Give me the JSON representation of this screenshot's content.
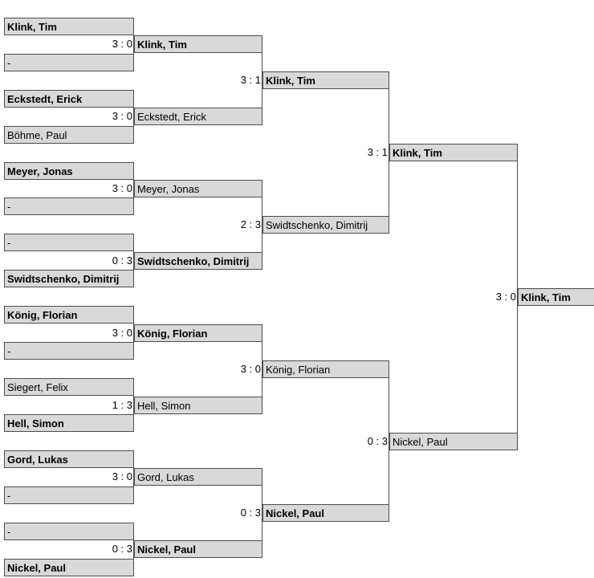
{
  "colors": {
    "box_fill": "#d9d9d9",
    "box_border": "#4d4d4d",
    "connector_line": "#4d4d4d",
    "text": "#000000",
    "background": "#ffffff"
  },
  "score_separator": " : ",
  "bracket": {
    "round1": [
      {
        "name": "Klink, Tim",
        "winner": true
      },
      {
        "name": "-",
        "winner": false
      },
      {
        "name": "Eckstedt, Erick",
        "winner": true
      },
      {
        "name": "Böhme, Paul",
        "winner": false
      },
      {
        "name": "Meyer, Jonas",
        "winner": true
      },
      {
        "name": "-",
        "winner": false
      },
      {
        "name": "-",
        "winner": false
      },
      {
        "name": "Swidtschenko, Dimitrij",
        "winner": true
      },
      {
        "name": "König, Florian",
        "winner": true
      },
      {
        "name": "-",
        "winner": false
      },
      {
        "name": "Siegert, Felix",
        "winner": false
      },
      {
        "name": "Hell, Simon",
        "winner": true
      },
      {
        "name": "Gord, Lukas",
        "winner": true
      },
      {
        "name": "-",
        "winner": false
      },
      {
        "name": "-",
        "winner": false
      },
      {
        "name": "Nickel, Paul",
        "winner": true
      }
    ],
    "round2": [
      {
        "name": "Klink, Tim",
        "winner": true,
        "score": "3 : 0"
      },
      {
        "name": "Eckstedt, Erick",
        "winner": false,
        "score": "3 : 0"
      },
      {
        "name": "Meyer, Jonas",
        "winner": false,
        "score": "3 : 0"
      },
      {
        "name": "Swidtschenko, Dimitrij",
        "winner": true,
        "score": "0 : 3"
      },
      {
        "name": "König, Florian",
        "winner": true,
        "score": "3 : 0"
      },
      {
        "name": "Hell, Simon",
        "winner": false,
        "score": "1 : 3"
      },
      {
        "name": "Gord, Lukas",
        "winner": false,
        "score": "3 : 0"
      },
      {
        "name": "Nickel, Paul",
        "winner": true,
        "score": "0 : 3"
      }
    ],
    "round3": [
      {
        "name": "Klink, Tim",
        "winner": true,
        "score": "3 : 1"
      },
      {
        "name": "Swidtschenko, Dimitrij",
        "winner": false,
        "score": "2 : 3"
      },
      {
        "name": "König, Florian",
        "winner": false,
        "score": "3 : 0"
      },
      {
        "name": "Nickel, Paul",
        "winner": true,
        "score": "0 : 3"
      }
    ],
    "round4": [
      {
        "name": "Klink, Tim",
        "winner": true,
        "score": "3 : 1"
      },
      {
        "name": "Nickel, Paul",
        "winner": false,
        "score": "0 : 3"
      }
    ],
    "final_winner": {
      "name": "Klink, Tim",
      "winner": true,
      "score": "3 : 0"
    }
  }
}
